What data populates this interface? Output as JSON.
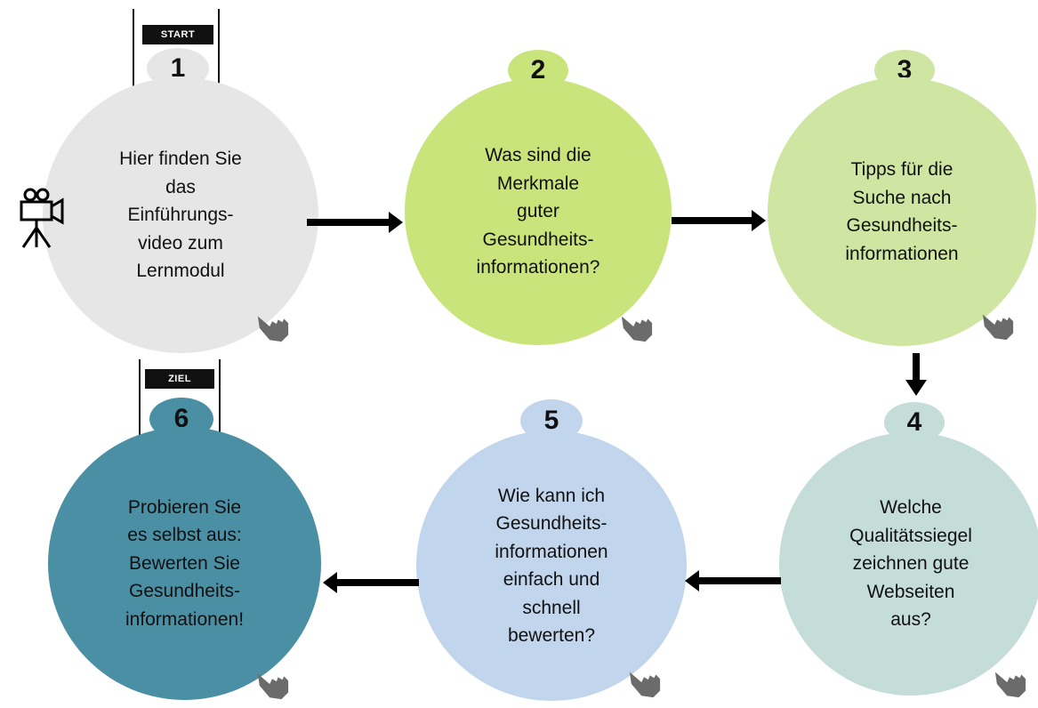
{
  "start_flag": "START",
  "goal_flag": "ZIEL",
  "steps": [
    {
      "number": "1",
      "text": "Hier finden Sie\ndas\nEinführungs-\nvideo zum\nLernmodul",
      "fill": "#e6e6e6",
      "badge_fill": "#e6e6e6",
      "icon": "video-camera-icon"
    },
    {
      "number": "2",
      "text": "Was sind die\nMerkmale\nguter\nGesundheits-\ninformationen?",
      "fill": "#c9e47a",
      "badge_fill": "#c9e47a"
    },
    {
      "number": "3",
      "text": "Tipps für die\nSuche nach\nGesundheits-\ninformationen",
      "fill": "#cfe6a3",
      "badge_fill": "#cfe6a3"
    },
    {
      "number": "4",
      "text": "Welche\nQualitätssiegel\nzeichnen gute\nWebseiten\naus?",
      "fill": "#c5ddd8",
      "badge_fill": "#c5ddd8"
    },
    {
      "number": "5",
      "text": "Wie kann ich\nGesundheits-\ninformationen\neinfach und\nschnell\nbewerten?",
      "fill": "#c1d5ec",
      "badge_fill": "#c1d5ec"
    },
    {
      "number": "6",
      "text": "Probieren Sie\nes selbst aus:\nBewerten Sie\nGesundheits-\ninformationen!",
      "fill": "#4a8fa4",
      "badge_fill": "#4a8fa4"
    }
  ],
  "arrow_color": "#000000",
  "hand_color": "#6b6b6b",
  "icons": [
    "hand-pointer-icon",
    "video-camera-icon",
    "arrow-icon"
  ]
}
